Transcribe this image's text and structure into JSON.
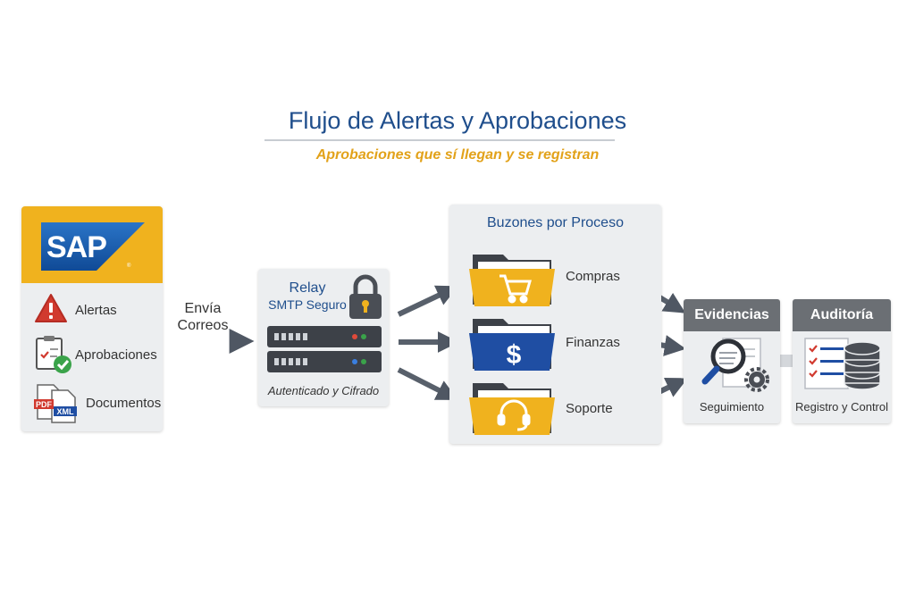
{
  "title": "Flujo de Alertas y Aprobaciones",
  "subtitle": "Aprobaciones que sí llegan y se registran",
  "sap": {
    "logo_text": "SAP",
    "items": [
      {
        "label": "Alertas",
        "icon": "warning-icon"
      },
      {
        "label": "Aprobaciones",
        "icon": "clipboard-check-icon"
      },
      {
        "label": "Documentos",
        "icon": "pdf-xml-document-icon"
      }
    ],
    "doc_badges": {
      "pdf": "PDF",
      "xml": "XML"
    }
  },
  "envia_label_1": "Envía",
  "envia_label_2": "Correos",
  "relay": {
    "title_1": "Relay",
    "title_2": "SMTP Seguro",
    "caption": "Autenticado y Cifrado",
    "icons": [
      "padlock-icon",
      "server-rack-icon"
    ]
  },
  "buzones": {
    "title": "Buzones por Proceso",
    "folders": [
      {
        "label": "Compras",
        "icon": "shopping-cart-icon",
        "color": "#f0b21e"
      },
      {
        "label": "Finanzas",
        "icon": "dollar-icon",
        "color": "#1f4ea3",
        "glyph": "$"
      },
      {
        "label": "Soporte",
        "icon": "headset-icon",
        "color": "#f0b21e"
      }
    ]
  },
  "evidencias": {
    "title": "Evidencias",
    "caption": "Seguimiento",
    "icon": "magnifier-gear-icon"
  },
  "auditoria": {
    "title": "Auditoría",
    "caption": "Registro y Control",
    "icon": "checklist-database-icon"
  },
  "colors": {
    "brand_blue": "#1f4e8c",
    "accent_yellow": "#f0b21e",
    "panel_gray": "#eceef0",
    "header_gray": "#6b6f74",
    "arrow_gray": "#5c6470"
  }
}
